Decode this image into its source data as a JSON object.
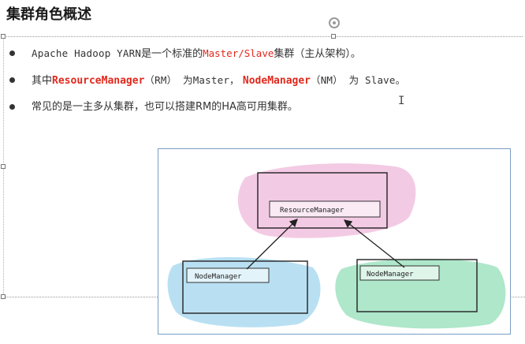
{
  "slide": {
    "title": "集群角色概述"
  },
  "bullets": [
    {
      "pre_mono": "Apache Hadoop YARN",
      "mid1": "是一个标准的",
      "highlight": "Master/Slave",
      "post": "集群（主从架构）。"
    },
    {
      "pre": "其中",
      "rm_name": "ResourceManager",
      "rm_abbr": "（RM） 为Master，",
      "nm_name": "NodeManager",
      "nm_abbr": "（NM） 为 Slave。"
    },
    {
      "text": "常见的是一主多从集群，也可以搭建RM的HA高可用集群。"
    }
  ],
  "diagram": {
    "master_label": "ResourceManager",
    "worker_left_label": "NodeManager",
    "worker_right_label": "NodeManager",
    "colors": {
      "master_wash": "#e58ac4",
      "left_wash": "#7fc6e8",
      "right_wash": "#5dcf95",
      "frame": "#7a9cc4"
    }
  },
  "icons": {
    "rotate": "rotate-handle-icon",
    "cursor": "text-cursor-icon"
  }
}
